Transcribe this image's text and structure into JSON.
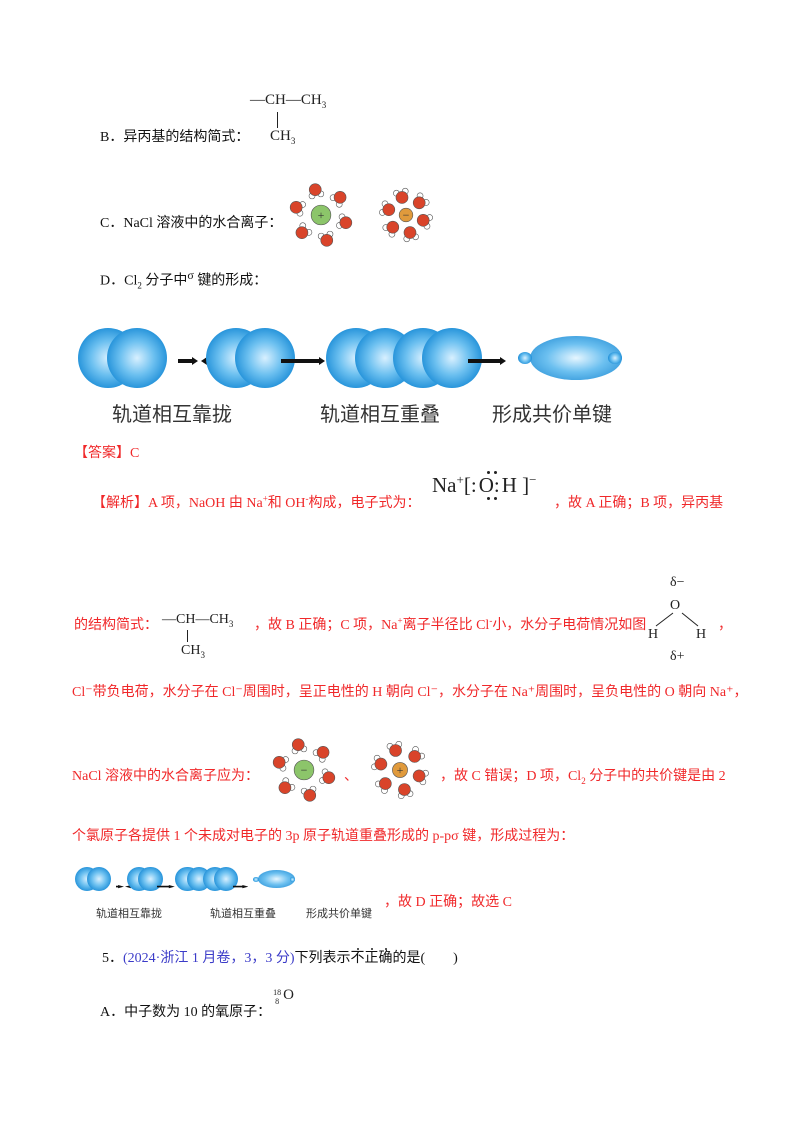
{
  "option_b": {
    "label": "B．异丙基的结构简式：",
    "struct": {
      "top": "—CH—CH",
      "sub3": "3",
      "bottom": "CH",
      "bottom_sub": "3"
    }
  },
  "option_c": {
    "label": "C．NaCl 溶液中的水合离子：",
    "plus_sign": "+",
    "minus_sign": "−"
  },
  "option_d": {
    "label_pre": "D．Cl",
    "label_sub": "2",
    "label_mid": " 分子中",
    "sigma": "σ",
    "label_post": " 键的形成："
  },
  "orbital_diagram": {
    "labels": [
      "轨道相互靠拢",
      "轨道相互重叠",
      "形成共价单键"
    ]
  },
  "answer": {
    "bracket": "【答案】",
    "value": "C"
  },
  "analysis": {
    "p1_pre": "【解析】A 项，NaOH 由 Na",
    "p1_sup1": "+",
    "p1_mid": "和 OH",
    "p1_sup2": "-",
    "p1_post": "构成，电子式为：",
    "formula": {
      "na": "Na",
      "na_sup": "+",
      "lb": "[",
      "o": "O",
      "h": "H",
      "rb": "]",
      "charge": "−"
    },
    "p1_end": "，故 A 正确；B 项，异丙基",
    "p2_pre": "的结构简式：",
    "p2_mid": "，故 B 正确；C 项，Na",
    "p2_sup1": "+",
    "p2_mid2": "离子半径比 Cl",
    "p2_sup2": "-",
    "p2_post": "小，水分子电荷情况如图",
    "p2_end": "，",
    "water": {
      "delta_minus": "δ−",
      "o": "O",
      "h": "H",
      "delta_plus": "δ+"
    },
    "p3": "Cl⁻带负电荷，水分子在 Cl⁻周围时，呈正电性的 H 朝向 Cl⁻，水分子在 Na⁺周围时，呈负电性的 O 朝向 Na⁺，",
    "p4_pre": "NaCl 溶液中的水合离子应为：",
    "p4_sep": "、",
    "p4_post_pre": "，故 C 错误；D 项，Cl",
    "p4_sub": "2",
    "p4_post": " 分子中的共价键是由 2",
    "p5": "个氯原子各提供 1 个未成对电子的 3p 原子轨道重叠形成的 p-pσ 键，形成过程为：",
    "p6": "，故 D 正确；故选 C"
  },
  "question5": {
    "number": "5．",
    "source": "(2024·浙江 1 月卷，3，3 分)",
    "stem_pre": "下列表示",
    "emph": "不正确",
    "stem_post": "的是(　　)"
  },
  "q5_option_a": {
    "label": "A．中子数为 10 的氧原子：",
    "mass": "18",
    "atomic": "8",
    "symbol": "O"
  }
}
